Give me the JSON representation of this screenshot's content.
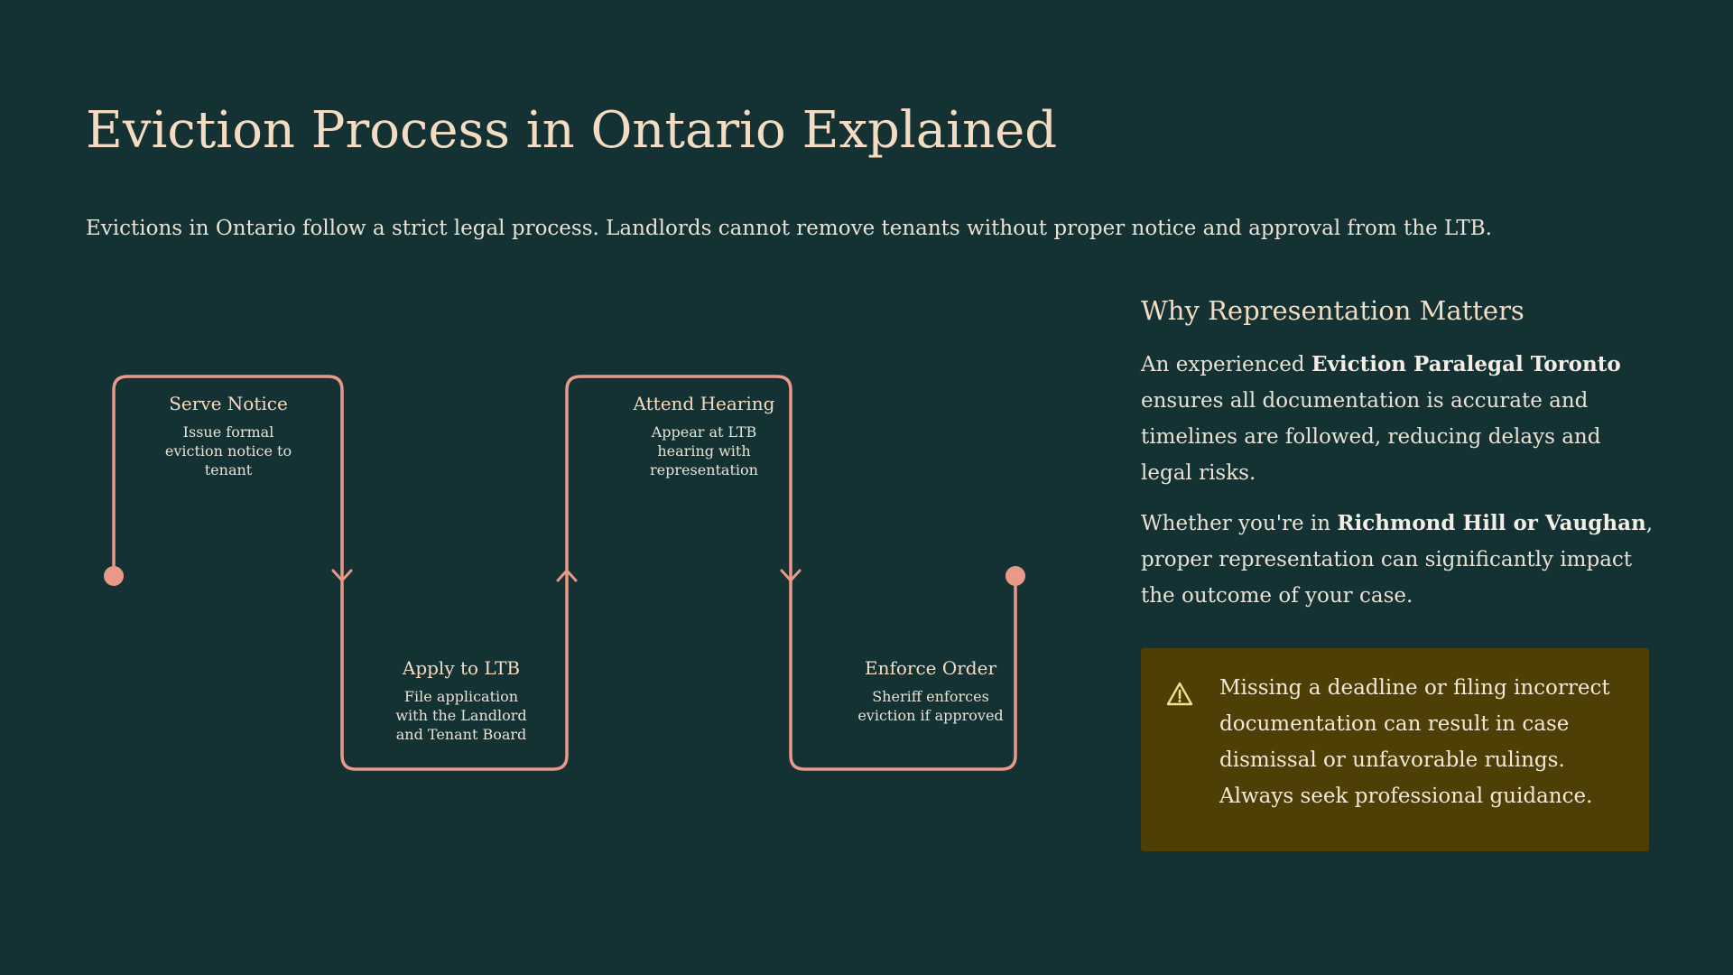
{
  "slide": {
    "title": "Eviction Process in Ontario Explained",
    "intro": "Evictions in Ontario follow a strict legal process. Landlords cannot remove tenants without proper notice and approval from the LTB."
  },
  "process": {
    "steps": [
      {
        "title": "Serve Notice",
        "description": "Issue formal eviction notice to tenant"
      },
      {
        "title": "Apply to LTB",
        "description": "File application with the Landlord and Tenant Board"
      },
      {
        "title": "Attend Hearing",
        "description": "Appear at LTB hearing with representation"
      },
      {
        "title": "Enforce Order",
        "description": "Sheriff enforces eviction if approved"
      }
    ],
    "line_color": "#E8998A"
  },
  "side_panel": {
    "heading": "Why Representation Matters",
    "para1": {
      "pre": "An experienced ",
      "bold": "Eviction Paralegal Toronto",
      "post": " ensures all documentation is accurate and timelines are followed, reducing delays and legal risks."
    },
    "para2": {
      "pre": "Whether you're in ",
      "bold": "Richmond Hill or Vaughan",
      "post": ", proper representation can significantly impact the outcome of your case."
    }
  },
  "warning": {
    "icon": "warning-triangle-icon",
    "text": "Missing a deadline or filing incorrect documentation can result in case dismissal or unfavorable rulings. Always seek professional guidance.",
    "background": "#4D3F06"
  },
  "colors": {
    "background": "#143133",
    "heading": "#F4DCC3",
    "body_text": "#E8E2D6",
    "accent": "#E8998A",
    "warning_icon": "#F3E08A"
  }
}
